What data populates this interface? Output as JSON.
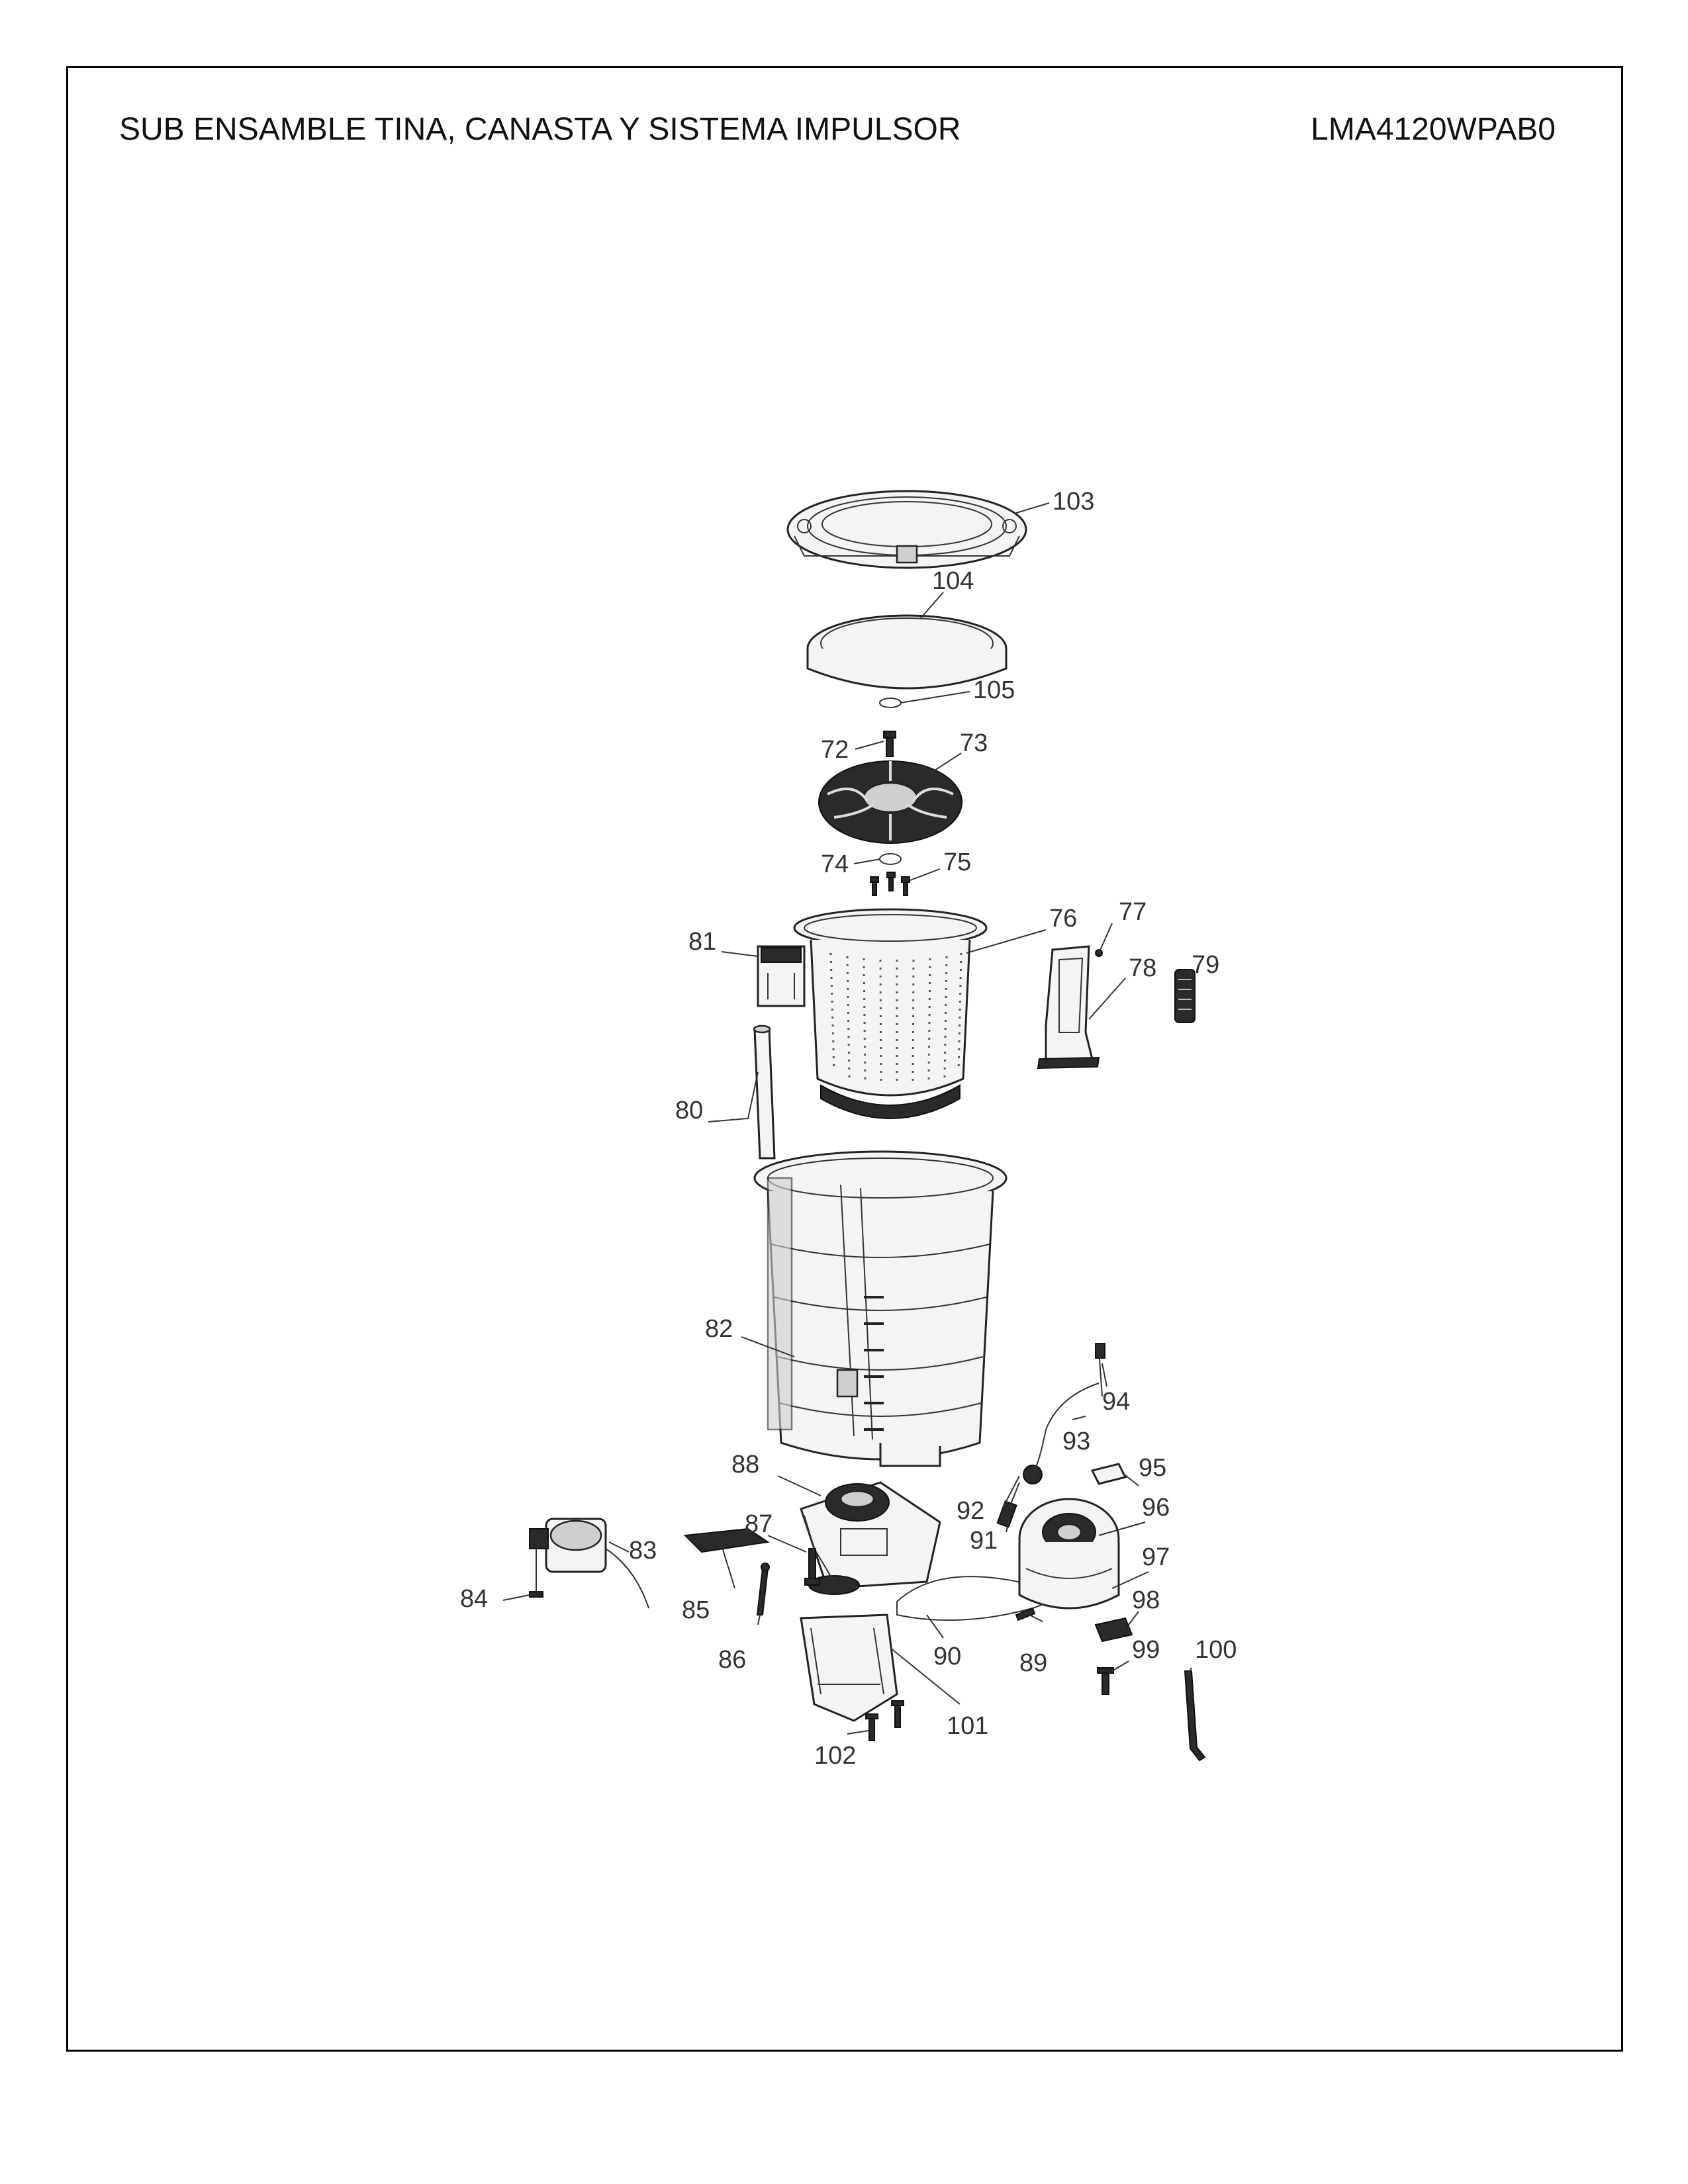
{
  "header": {
    "title": "SUB ENSAMBLE TINA, CANASTA Y SISTEMA IMPULSOR",
    "model": "LMA4120WPAB0"
  },
  "callouts": [
    "72",
    "73",
    "74",
    "75",
    "76",
    "77",
    "78",
    "79",
    "80",
    "81",
    "82",
    "83",
    "84",
    "85",
    "86",
    "87",
    "88",
    "89",
    "90",
    "91",
    "92",
    "93",
    "94",
    "95",
    "96",
    "97",
    "98",
    "99",
    "100",
    "101",
    "102",
    "103",
    "104",
    "105"
  ]
}
